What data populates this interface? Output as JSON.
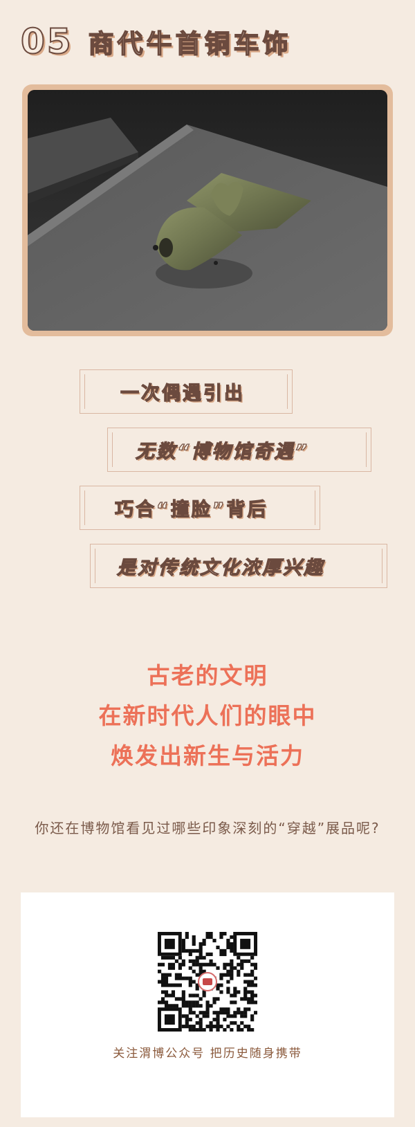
{
  "header": {
    "number": "05",
    "title": "商代牛首铜车饰"
  },
  "photo": {
    "icon": "bronze-ox-head-artifact-icon"
  },
  "boxes": [
    {
      "text": "一次偶遇引出"
    },
    {
      "text": "无数“博物馆奇遇”"
    },
    {
      "text": "巧合“撞脸”背后"
    },
    {
      "text": "是对传统文化浓厚兴趣"
    }
  ],
  "highlight": {
    "line1": "古老的文明",
    "line2": "在新时代人们的眼中",
    "line3": "焕发出新生与活力"
  },
  "question": {
    "text": "你还在博物馆看见过哪些印象深刻的“穿越”展品呢?"
  },
  "footer": {
    "qr_icon": "qr-code-icon",
    "follow_text": "关注渭博公众号  把历史随身携带"
  },
  "colors": {
    "background": "#f5ebe1",
    "accent": "#ec7158",
    "text_brown": "#7a5a4a",
    "frame": "#e3bc9c"
  }
}
